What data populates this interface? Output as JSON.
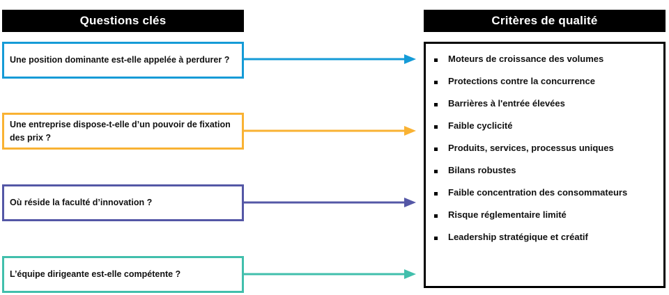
{
  "headers": {
    "left": "Questions clés",
    "right": "Critères de qualité"
  },
  "colors": {
    "header_bar": "#000000",
    "header_text": "#ffffff",
    "panel_border": "#000000",
    "blue": "#159BD7",
    "orange": "#F9B233",
    "purple": "#5457A6",
    "teal": "#41BFAC",
    "text": "#111111",
    "background": "#ffffff"
  },
  "questions": [
    {
      "text": "Une position dominante est-elle appelée à perdurer ?",
      "color": "#159BD7",
      "arrow_icon": "arrow-right-icon"
    },
    {
      "text": "Une entreprise dispose-t-elle d’un pouvoir de fixation des prix ?",
      "color": "#F9B233",
      "arrow_icon": "arrow-right-icon"
    },
    {
      "text": "Où réside la faculté d’innovation ?",
      "color": "#5457A6",
      "arrow_icon": "arrow-right-icon"
    },
    {
      "text": "L’équipe dirigeante est-elle compétente ?",
      "color": "#41BFAC",
      "arrow_icon": "arrow-right-icon"
    }
  ],
  "criteria": [
    "Moteurs de croissance des volumes",
    "Protections contre la concurrence",
    "Barrières à l'entrée élevées",
    "Faible cyclicité",
    "Produits, services, processus uniques",
    "Bilans robustes",
    "Faible concentration des consommateurs",
    "Risque réglementaire limité",
    "Leadership stratégique et créatif"
  ]
}
